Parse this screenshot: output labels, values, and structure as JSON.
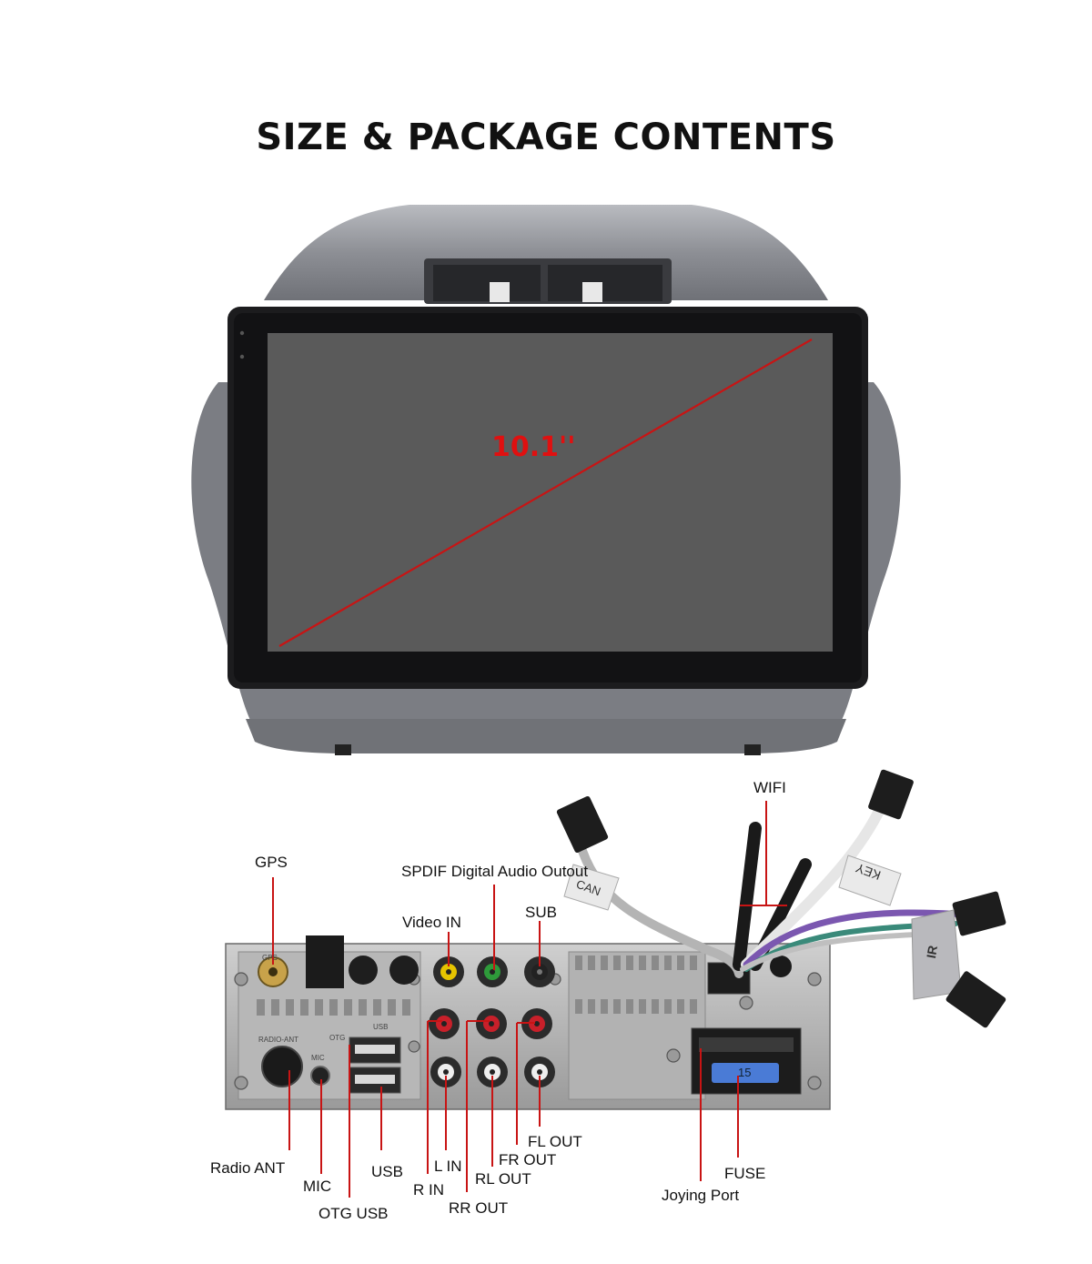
{
  "title": "SIZE & PACKAGE CONTENTS",
  "screen_size": "10.1''",
  "colors": {
    "leader_line": "#c81414",
    "screen": "#5a5a5a",
    "frame": "#8e9096"
  },
  "rear_panel": {
    "silkscreen": {
      "gps": "GPS",
      "radio_ant": "RADIO-ANT",
      "otg": "OTG",
      "usb": "USB",
      "mic": "MIC"
    },
    "fuse_value": "15"
  },
  "cable_tags": {
    "can": "CAN",
    "key": "KEY",
    "ir": "IR"
  },
  "labels": {
    "wifi": "WIFI",
    "gps": "GPS",
    "spdif": "SPDIF Digital Audio Outout",
    "video_in": "Video IN",
    "sub": "SUB",
    "radio_ant": "Radio ANT",
    "mic": "MIC",
    "otg_usb": "OTG USB",
    "usb": "USB",
    "l_in": "L IN",
    "r_in": "R IN",
    "rr_out": "RR OUT",
    "rl_out": "RL OUT",
    "fr_out": "FR OUT",
    "fl_out": "FL OUT",
    "joying_port": "Joying Port",
    "fuse": "FUSE"
  }
}
